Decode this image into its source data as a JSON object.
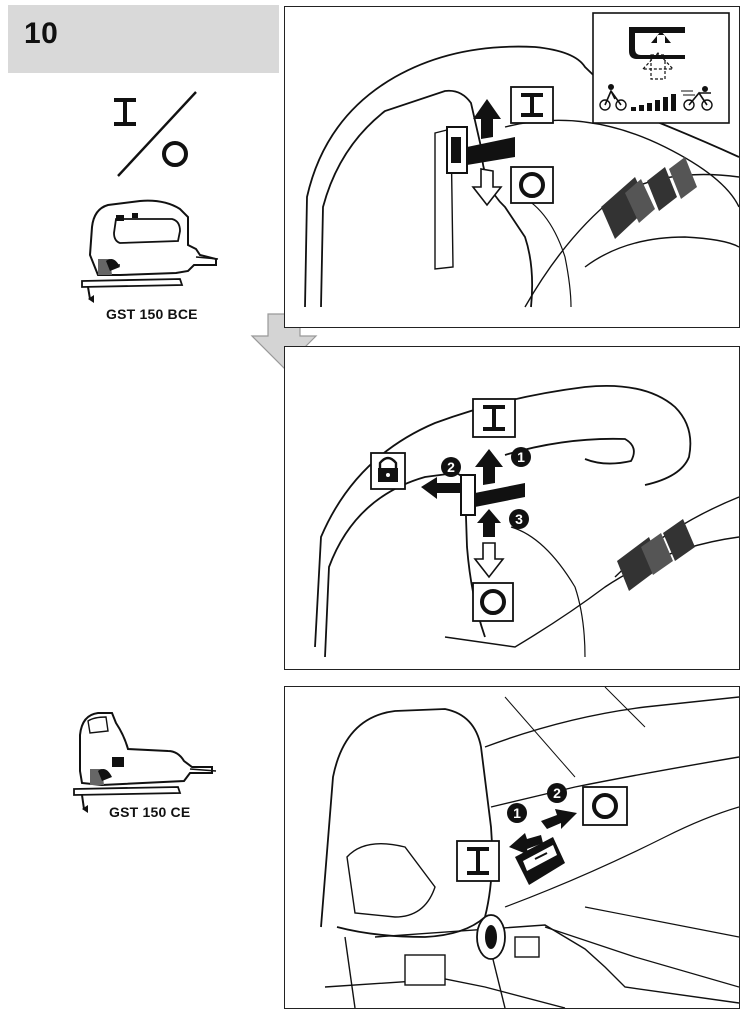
{
  "step": {
    "number": "10"
  },
  "tools": [
    {
      "model": "GST 150 BCE"
    },
    {
      "model": "GST 150 CE"
    }
  ],
  "symbols": {
    "on": "I",
    "off": "O"
  },
  "callouts": {
    "panel2": [
      "1",
      "2",
      "3"
    ],
    "panel3": [
      "1",
      "2"
    ]
  },
  "icons": [
    "switch-on-off-icon",
    "lock-icon",
    "speed-slow-cyclist-icon",
    "speed-fast-cyclist-icon",
    "flow-arrow-icon"
  ],
  "colors": {
    "tab_background": "#d9d9d9",
    "flow_arrow_fill": "#d4d4d4",
    "ink": "#111111"
  }
}
